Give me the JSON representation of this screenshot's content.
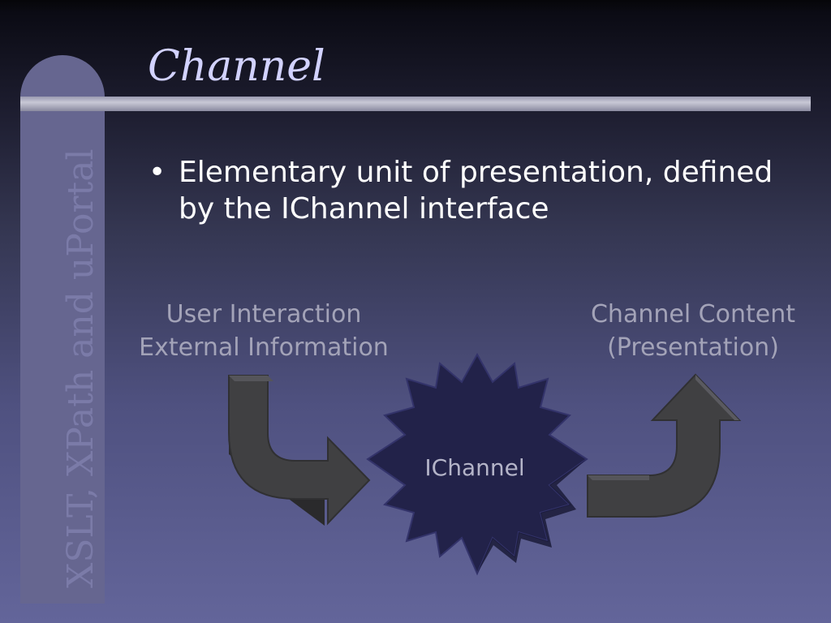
{
  "slide": {
    "title": "Channel",
    "sidebar_text": "XSLT, XPath and uPortal",
    "bullets": [
      "Elementary unit of presentation, defined by the IChannel interface"
    ],
    "bullet_glyph": "•"
  },
  "diagram": {
    "input_label_line1": "User Interaction",
    "input_label_line2": "External Information",
    "output_label_line1": "Channel Content",
    "output_label_line2": "(Presentation)",
    "center_label": "IChannel",
    "arrow_icon": "curved-arrow-icon",
    "star_icon": "starburst-icon",
    "colors": {
      "arrow": "#404042",
      "star": "#222249",
      "label": "#a3a3b8",
      "title": "#d2d2ff"
    }
  }
}
